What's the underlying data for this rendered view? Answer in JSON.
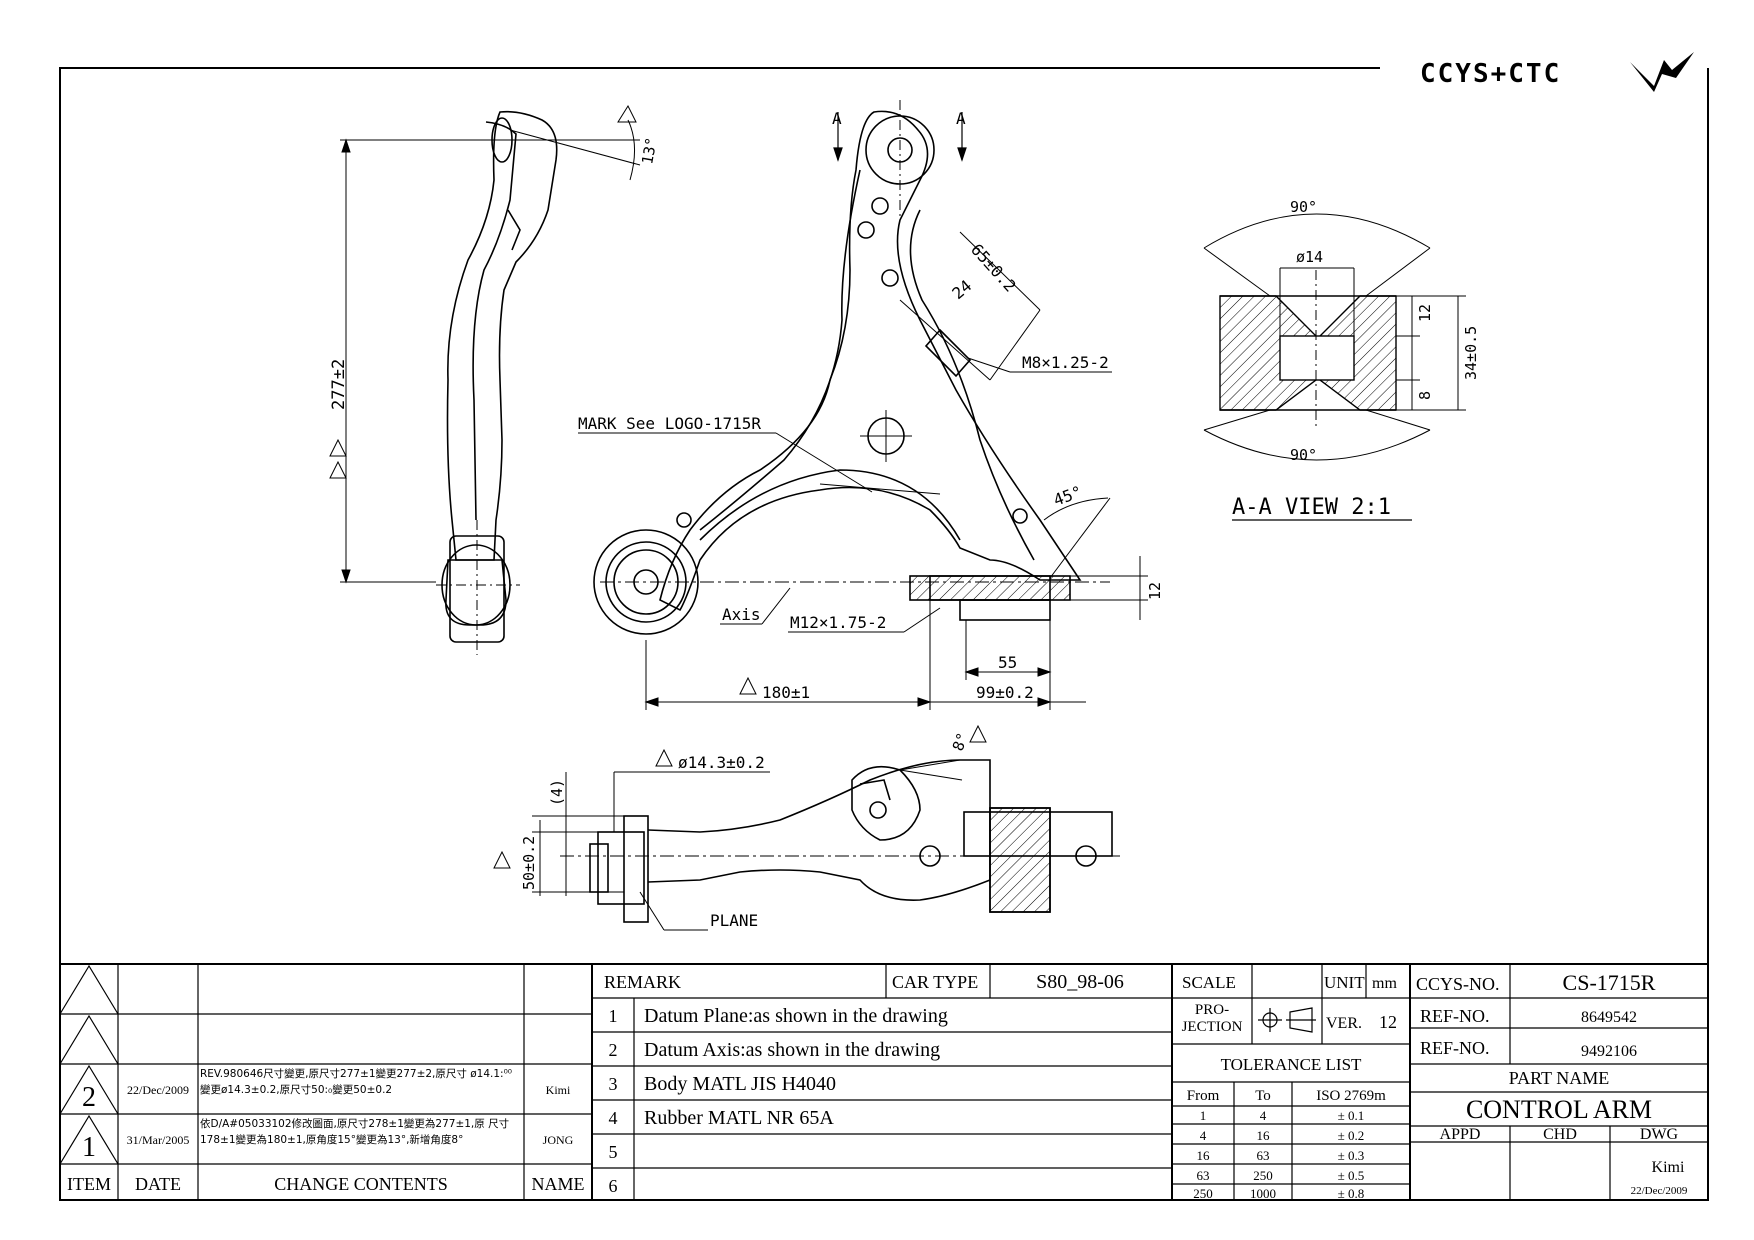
{
  "logo": {
    "text": "CCYS+CTC"
  },
  "drawing": {
    "dims": {
      "d277": "277±2",
      "d13": "13°",
      "a_top": "A",
      "d65": "65±0.2",
      "d24": "24",
      "m8": "M8×1.25-2",
      "mark": "MARK See LOGO-1715R",
      "d45": "45°",
      "axis": "Axis",
      "m12": "M12×1.75-2",
      "d12": "12",
      "d55": "55",
      "d180": "180±1",
      "d99": "99±0.2",
      "d8deg": "8°",
      "d143": "ø14.3±0.2",
      "d4": "(4)",
      "d50": "50±0.2",
      "plane": "PLANE"
    },
    "view": {
      "d90top": "90°",
      "d14": "ø14",
      "d12": "12",
      "d34": "34±0.5",
      "d8": "8",
      "d90bot": "90°",
      "title": "A-A VIEW 2:1"
    }
  },
  "revisions": {
    "rows": [
      {
        "item": "",
        "date": "",
        "contents": "",
        "name": ""
      },
      {
        "item": "",
        "date": "",
        "contents": "",
        "name": ""
      },
      {
        "item": "2",
        "date": "22/Dec/2009",
        "contents": "REV.980646尺寸變更,原尺寸277±1變更277±2,原尺寸 ø14.1:⁰⁰變更ø14.3±0.2,原尺寸50:₀變更50±0.2",
        "name": "Kimi"
      },
      {
        "item": "1",
        "date": "31/Mar/2005",
        "contents": "依D/A#05033102修改圖面,原尺寸278±1變更為277±1,原 尺寸178±1變更為180±1,原角度15°變更為13°,新增角度8°",
        "name": "JONG"
      }
    ],
    "headers": {
      "item": "ITEM",
      "date": "DATE",
      "contents": "CHANGE CONTENTS",
      "name": "NAME"
    }
  },
  "remarks": {
    "label": "REMARK",
    "car_type_label": "CAR TYPE",
    "car_type": "S80_98-06",
    "items": [
      {
        "num": "1",
        "text": "Datum Plane:as shown in the drawing"
      },
      {
        "num": "2",
        "text": "Datum Axis:as shown in the drawing"
      },
      {
        "num": "3",
        "text": "Body MATL JIS H4040"
      },
      {
        "num": "4",
        "text": "Rubber MATL NR 65A"
      },
      {
        "num": "5",
        "text": ""
      },
      {
        "num": "6",
        "text": ""
      }
    ]
  },
  "spec": {
    "scale_label": "SCALE",
    "unit_label": "UNIT",
    "unit": "mm",
    "projection_label": "PRO-JECTION",
    "ver_label": "VER.",
    "ver": "12",
    "tolerance_title": "TOLERANCE LIST",
    "tol_headers": {
      "from": "From",
      "to": "To",
      "iso": "ISO 2769m"
    },
    "tolerances": [
      {
        "from": "1",
        "to": "4",
        "tol": "± 0.1"
      },
      {
        "from": "4",
        "to": "16",
        "tol": "± 0.2"
      },
      {
        "from": "16",
        "to": "63",
        "tol": "± 0.3"
      },
      {
        "from": "63",
        "to": "250",
        "tol": "± 0.5"
      },
      {
        "from": "250",
        "to": "1000",
        "tol": "± 0.8"
      }
    ]
  },
  "title_block": {
    "ccys_label": "CCYS-NO.",
    "ccys_no": "CS-1715R",
    "ref_label_1": "REF-NO.",
    "ref_no_1": "8649542",
    "ref_label_2": "REF-NO.",
    "ref_no_2": "9492106",
    "part_name_label": "PART NAME",
    "part_name": "CONTROL ARM",
    "appd_label": "APPD",
    "chd_label": "CHD",
    "dwg_label": "DWG",
    "dwg_by": "Kimi",
    "dwg_date": "22/Dec/2009"
  }
}
